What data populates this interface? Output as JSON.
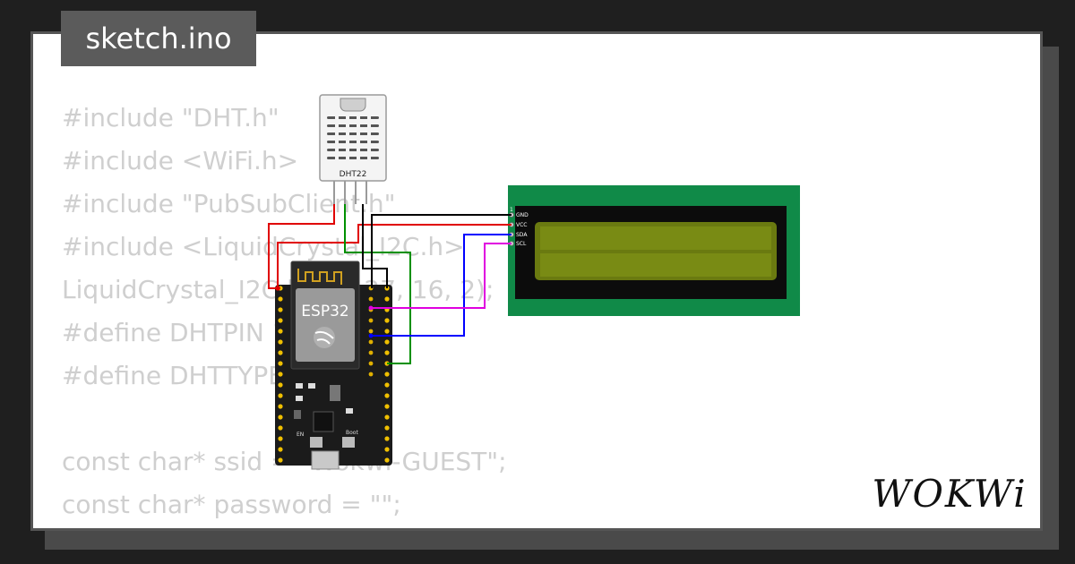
{
  "tab": {
    "title": "sketch.ino"
  },
  "code_lines": [
    "#include \"DHT.h\"",
    "#include <WiFi.h>",
    "#include \"PubSubClient.h\"",
    "#include <LiquidCrystal_I2C.h>",
    "LiquidCrystal_I2C lcd(0x27, 16, 2);",
    "#define DHTPIN 15",
    "#define DHTTYPE DHT22",
    "",
    "const char* ssid = \"Wokwi-GUEST\";",
    "const char* password = \"\";"
  ],
  "dht": {
    "label": "DHT22"
  },
  "esp32": {
    "label": "ESP32",
    "boot_label": "Boot",
    "en_label": "EN"
  },
  "lcd": {
    "pin_number": "1",
    "pins": [
      "GND",
      "VCC",
      "SDA",
      "SCL"
    ]
  },
  "brand": {
    "logo": "WOKWi"
  },
  "colors": {
    "wire_red": "#e00000",
    "wire_black": "#000000",
    "wire_green": "#009000",
    "wire_blue": "#0000ff",
    "wire_magenta": "#e000e0",
    "lcd_board": "#108a48",
    "lcd_screen": "#6a7a10",
    "code_text": "#cfcfcf"
  }
}
